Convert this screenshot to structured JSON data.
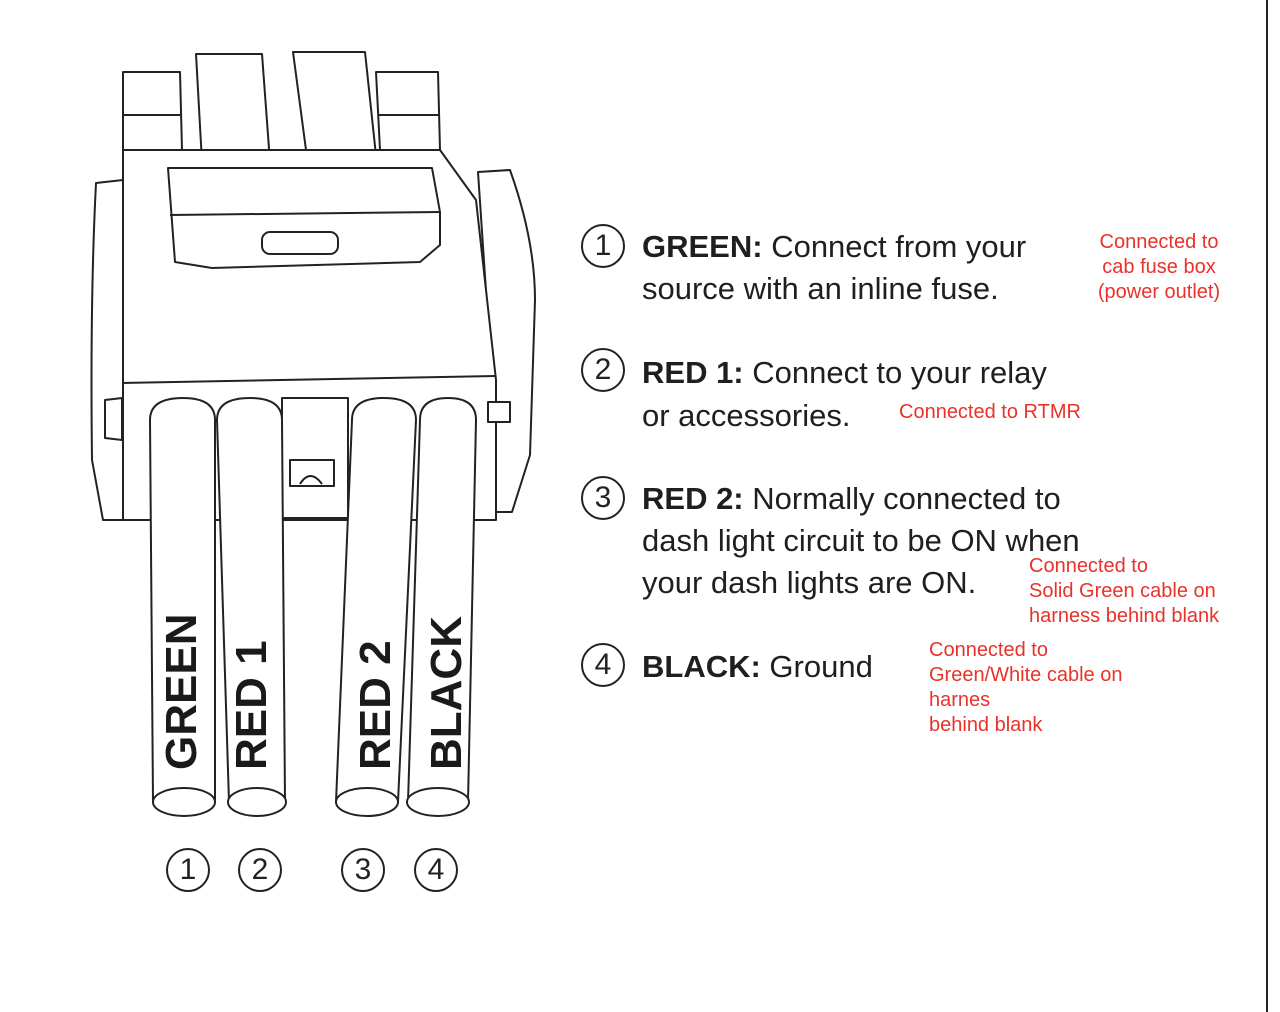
{
  "wires": [
    {
      "num": "1",
      "label": "GREEN"
    },
    {
      "num": "2",
      "label": "RED 1"
    },
    {
      "num": "3",
      "label": "RED 2"
    },
    {
      "num": "4",
      "label": "BLACK"
    }
  ],
  "instructions": [
    {
      "num": "1",
      "title": "GREEN:",
      "line1": " Connect from your",
      "line2": "source with an inline fuse.",
      "note": [
        "Connected to",
        "cab fuse box",
        "(power outlet)"
      ]
    },
    {
      "num": "2",
      "title": "RED 1:",
      "line1": " Connect to your relay",
      "line2": "or accessories.",
      "note": [
        "Connected to RTMR"
      ]
    },
    {
      "num": "3",
      "title": "RED 2:",
      "line1": " Normally connected to",
      "line2": "dash light circuit to be ON when",
      "line3": "your dash lights are ON.",
      "note": [
        "Connected to",
        "Solid Green cable on",
        "harness behind blank"
      ]
    },
    {
      "num": "4",
      "title": "BLACK:",
      "line1": " Ground",
      "note": [
        "Connected to",
        "Green/White cable on",
        "harnes",
        "behind blank"
      ]
    }
  ],
  "colors": {
    "note": "#e8322a",
    "line": "#222222"
  }
}
